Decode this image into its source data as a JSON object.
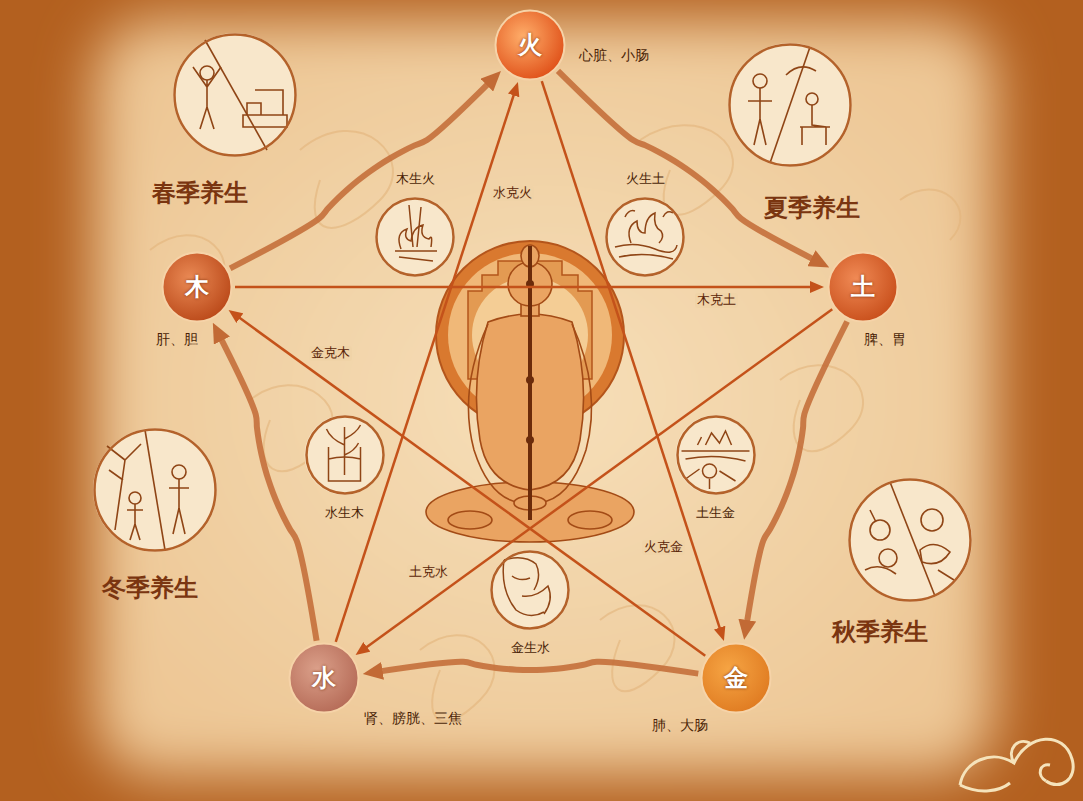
{
  "diagram": {
    "nodes": [
      {
        "text": [
          "春季养生"
        ]
      },
      {
        "text": [
          "火",
          "心脏、小肠"
        ]
      },
      {
        "text": [
          "夏季养生"
        ]
      },
      {
        "text": [
          "木生火"
        ]
      },
      {
        "text": [
          "火生土"
        ]
      },
      {
        "text": [
          "木",
          "肝、胆"
        ]
      },
      {
        "text": [
          "土",
          "脾、胃"
        ]
      },
      {
        "text": [
          "水生木"
        ]
      },
      {
        "text": [
          "土生金"
        ]
      },
      {
        "text": [
          "冬季养生"
        ]
      },
      {
        "text": [
          "秋季养生"
        ]
      },
      {
        "text": [
          "金生水"
        ]
      },
      {
        "text": [
          "水",
          "肾、膀胱、三焦"
        ]
      },
      {
        "text": [
          "金",
          "肺、大肠"
        ]
      }
    ],
    "edges": [
      {
        "from": 12,
        "to": 1,
        "label": "水克火",
        "arrow": "to"
      },
      {
        "from": 5,
        "to": 6,
        "label": "木克土",
        "arrow": "to"
      },
      {
        "from": 1,
        "to": 13,
        "label": "火克金",
        "arrow": "to"
      },
      {
        "from": 6,
        "to": 12,
        "label": "土克水",
        "arrow": "to"
      },
      {
        "from": 13,
        "to": 5,
        "label": "金克木",
        "arrow": "to"
      },
      {
        "from": 1,
        "to": 6,
        "arrow": "to"
      },
      {
        "from": 6,
        "to": 13,
        "arrow": "to"
      },
      {
        "from": 13,
        "to": 12,
        "arrow": "to"
      },
      {
        "from": 12,
        "to": 5,
        "arrow": "to"
      },
      {
        "from": 5,
        "to": 1,
        "arrow": "to"
      }
    ]
  }
}
